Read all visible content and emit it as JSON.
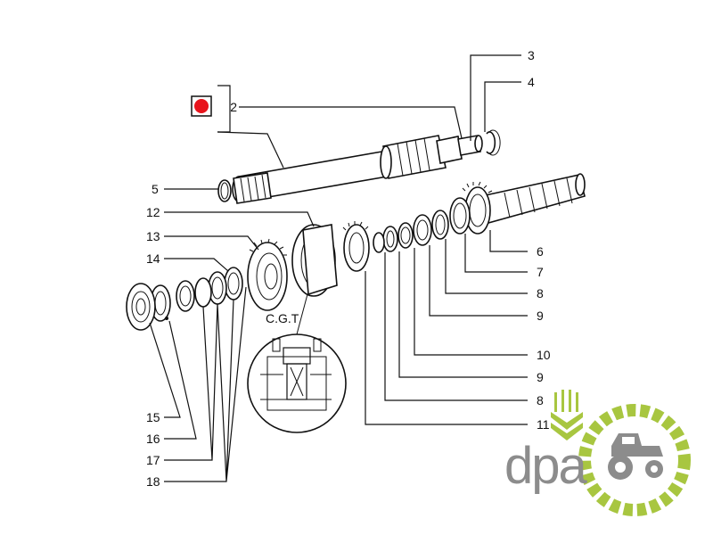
{
  "diagram": {
    "labels": {
      "l2": "2",
      "l3": "3",
      "l4": "4",
      "l5": "5",
      "l6": "6",
      "l7": "7",
      "l8a": "8",
      "l9a": "9",
      "l10": "10",
      "l9b": "9",
      "l8b": "8",
      "l11": "11",
      "l12": "12",
      "l13": "13",
      "l14": "14",
      "l15": "15",
      "l16": "16",
      "l17": "17",
      "l18": "18"
    },
    "cgt": "C.G.T",
    "marker_color": "#e8141c"
  },
  "logo": {
    "text": "dpa",
    "icons": [
      "wheat-icon",
      "tractor-icon"
    ],
    "colors": {
      "text": "#8c8c8c",
      "gear": "#a8c640",
      "wheat": "#a8c640"
    }
  }
}
